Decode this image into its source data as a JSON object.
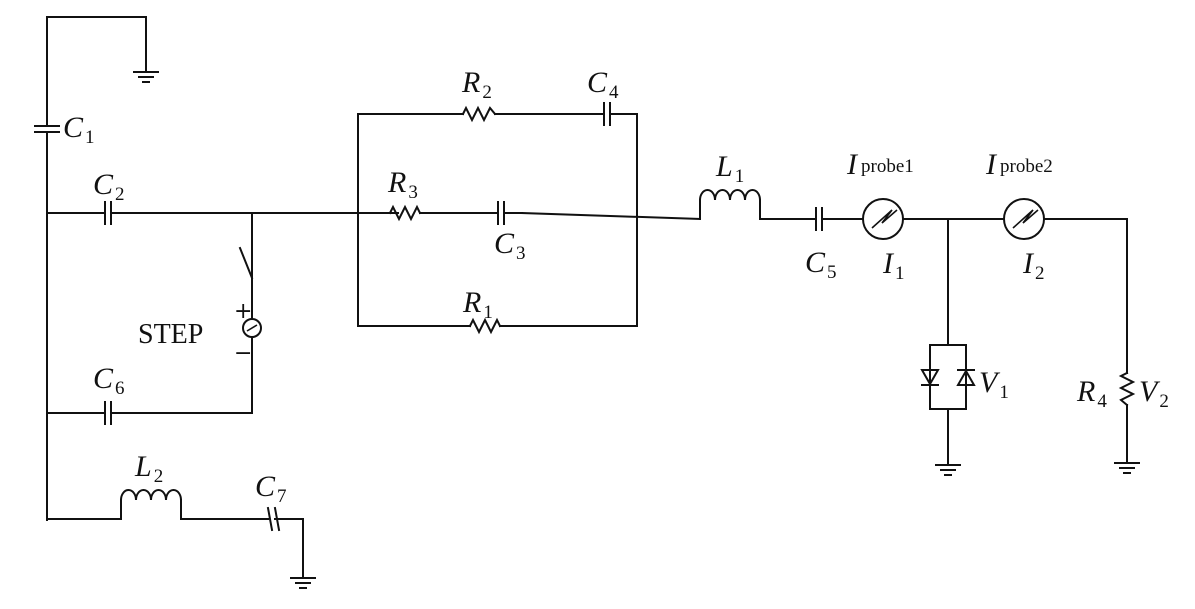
{
  "components": {
    "c1": {
      "letter": "C",
      "sub": "1"
    },
    "c2": {
      "letter": "C",
      "sub": "2"
    },
    "c3": {
      "letter": "C",
      "sub": "3"
    },
    "c4": {
      "letter": "C",
      "sub": "4"
    },
    "c5": {
      "letter": "C",
      "sub": "5"
    },
    "c6": {
      "letter": "C",
      "sub": "6"
    },
    "c7": {
      "letter": "C",
      "sub": "7"
    },
    "r1": {
      "letter": "R",
      "sub": "1"
    },
    "r2": {
      "letter": "R",
      "sub": "2"
    },
    "r3": {
      "letter": "R",
      "sub": "3"
    },
    "r4": {
      "letter": "R",
      "sub": "4"
    },
    "l1": {
      "letter": "L",
      "sub": "1"
    },
    "l2": {
      "letter": "L",
      "sub": "2"
    },
    "iprobe1": {
      "letter": "I",
      "sub": "probe1"
    },
    "iprobe2": {
      "letter": "I",
      "sub": "probe2"
    },
    "i1": {
      "letter": "I",
      "sub": "1"
    },
    "i2": {
      "letter": "I",
      "sub": "2"
    },
    "v1": {
      "letter": "V",
      "sub": "1"
    },
    "v2": {
      "letter": "V",
      "sub": "2"
    },
    "step": {
      "label": "STEP",
      "plus": "+",
      "minus": "−"
    }
  }
}
